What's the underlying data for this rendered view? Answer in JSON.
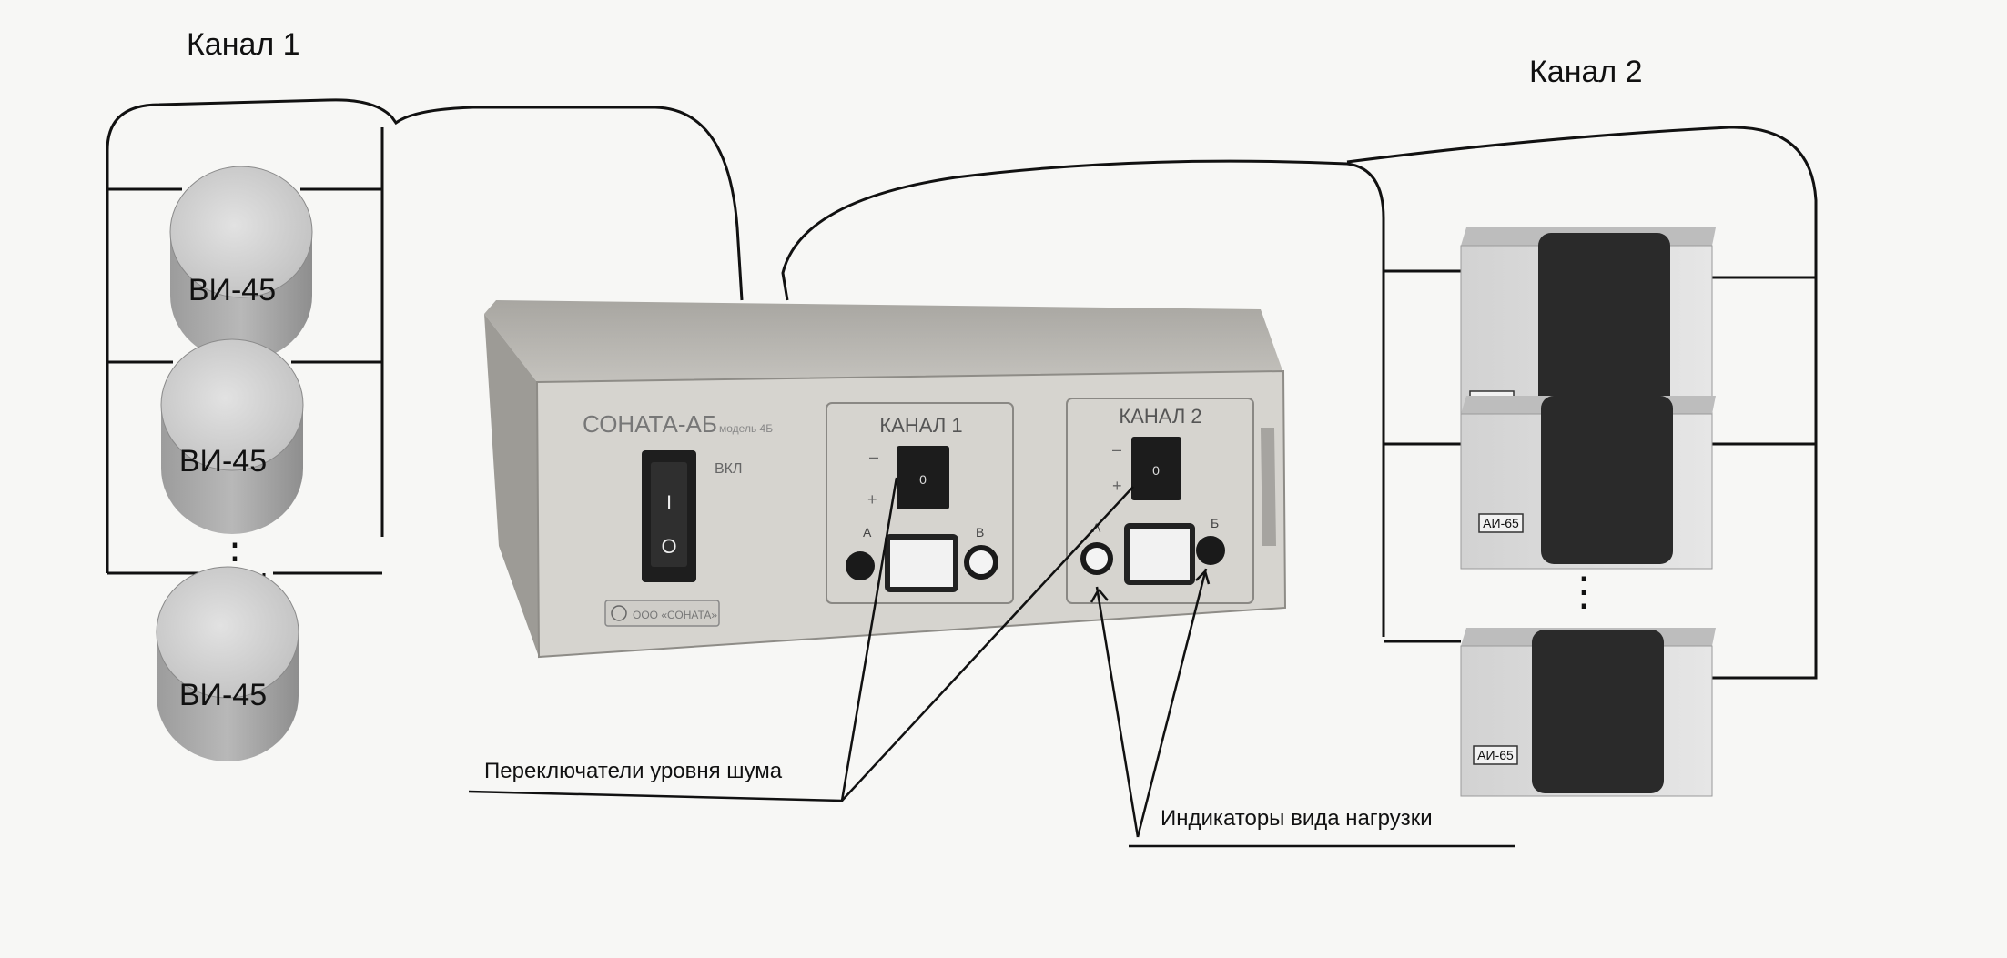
{
  "labels": {
    "channel1": "Канал 1",
    "channel2": "Канал 2",
    "noise_switches": "Переключатели уровня шума",
    "load_indicators": "Индикаторы вида нагрузки"
  },
  "device": {
    "brand": "СОНАТА-АБ",
    "model_note": "модель 4Б",
    "power_label": "ВКЛ",
    "power_on_glyph": "I",
    "power_off_glyph": "O",
    "maker_plate": "ООО «СОНАТА»",
    "channel1_panel": {
      "title": "КАНАЛ 1",
      "minus": "–",
      "plus": "+",
      "switch_glyph": "0",
      "left_indicator": "А",
      "right_indicator": "В"
    },
    "channel2_panel": {
      "title": "КАНАЛ 2",
      "minus": "–",
      "plus": "+",
      "switch_glyph": "0",
      "left_indicator": "А",
      "right_indicator": "Б"
    }
  },
  "vibration_emitters": {
    "label": "ВИ-45",
    "ellipsis": "⋮"
  },
  "acoustic_emitters": {
    "label": "АИ-65",
    "ellipsis": "⋮"
  },
  "colors": {
    "ink": "#111111",
    "device_body": "#c9c7c2",
    "device_panel": "#d8d6d1",
    "emitter_top": "#cfcfcf",
    "emitter_side": "#a9a9a9",
    "acoustic_face": "#2a2a2a"
  }
}
